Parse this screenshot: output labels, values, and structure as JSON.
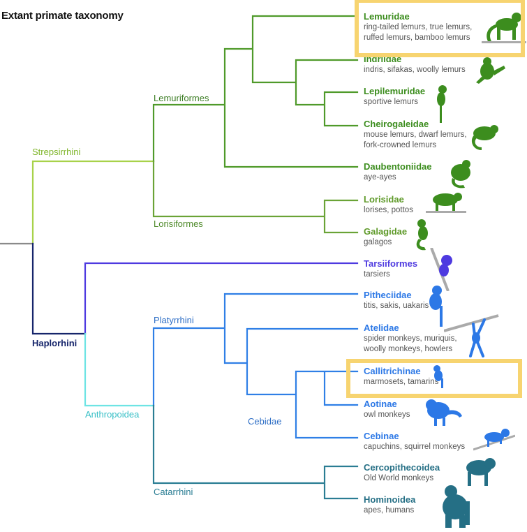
{
  "title": "Extant primate taxonomy",
  "colors": {
    "root": "#8a8a8a",
    "strepsirrhini": "#a8d24a",
    "strepsirrhini_text": "#7fb52a",
    "lemuriformes": "#4f9a2a",
    "lorisiformes": "#6aa336",
    "haplorhini": "#16256b",
    "tarsiiformes": "#4e3ae0",
    "anthropoidea": "#6ee4e4",
    "anthropoidea_text": "#37bfc6",
    "platyrrhini": "#2f7fe6",
    "catarrhini": "#2a7d93",
    "highlight": "#f7d470",
    "animal_green": "#3c8d1e",
    "animal_blue": "#2c78e6",
    "animal_teal": "#256f85"
  },
  "clades": {
    "strepsirrhini": "Strepsirrhini",
    "haplorhini": "Haplorhini",
    "lemuriformes": "Lemuriformes",
    "lorisiformes": "Lorisiformes",
    "anthropoidea": "Anthropoidea",
    "platyrrhini": "Platyrrhini",
    "catarrhini": "Catarrhini",
    "cebidae": "Cebidae"
  },
  "families": [
    {
      "name": "Lemuridae",
      "common": "ring-tailed lemurs, true lemurs,",
      "common2": "ruffed lemurs, bamboo lemurs",
      "highlighted": true,
      "animal": "lemur-icon"
    },
    {
      "name": "Indriidae",
      "common": "indris, sifakas, woolly lemurs",
      "animal": "indri-icon"
    },
    {
      "name": "Lepilemuridae",
      "common": "sportive lemurs",
      "animal": "sportive-lemur-icon"
    },
    {
      "name": "Cheirogaleidae",
      "common": "mouse lemurs, dwarf lemurs,",
      "common2": "fork-crowned lemurs",
      "animal": "mouse-lemur-icon"
    },
    {
      "name": "Daubentoniidae",
      "common": "aye-ayes",
      "animal": "aye-aye-icon"
    },
    {
      "name": "Lorisidae",
      "common": "lorises, pottos",
      "animal": "loris-icon"
    },
    {
      "name": "Galagidae",
      "common": "galagos",
      "animal": "galago-icon"
    },
    {
      "name": "Tarsiiformes",
      "common": "tarsiers",
      "animal": "tarsier-icon"
    },
    {
      "name": "Pitheciidae",
      "common": "titis, sakis, uakaris",
      "animal": "titi-icon"
    },
    {
      "name": "Atelidae",
      "common": "spider monkeys, muriquis,",
      "common2": "woolly monkeys, howlers",
      "animal": "spider-monkey-icon"
    },
    {
      "name": "Callitrichinae",
      "common": "marmosets, tamarins",
      "highlighted": true,
      "animal": "marmoset-icon"
    },
    {
      "name": "Aotinae",
      "common": "owl monkeys",
      "animal": "owl-monkey-icon"
    },
    {
      "name": "Cebinae",
      "common": "capuchins, squirrel monkeys",
      "animal": "capuchin-icon"
    },
    {
      "name": "Cercopithecoidea",
      "common": "Old World monkeys",
      "animal": "baboon-icon"
    },
    {
      "name": "Hominoidea",
      "common": "apes, humans",
      "animal": "gorilla-icon"
    }
  ]
}
